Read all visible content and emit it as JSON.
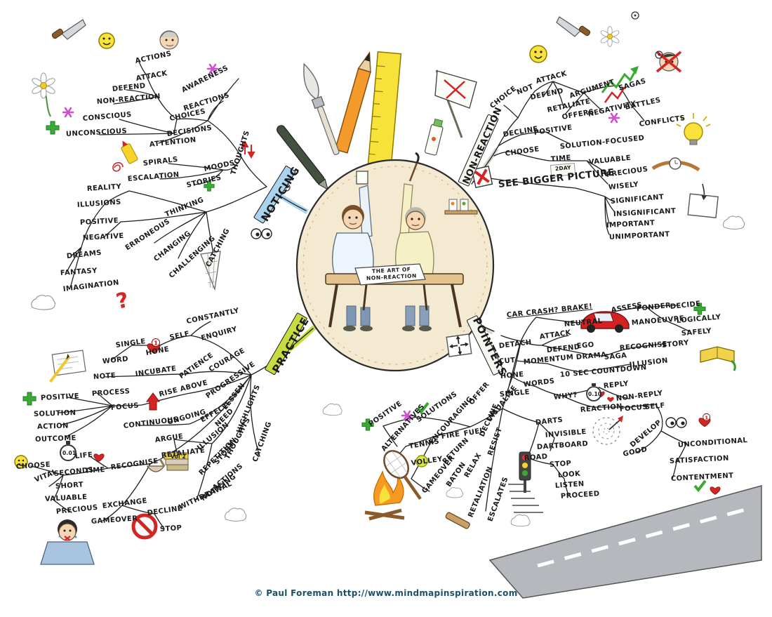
{
  "branch_labels": {
    "noticing": "NOTICING",
    "non_reaction": "NON-REACTION",
    "practice": "PRACTICE",
    "pointers": "POINTERS"
  },
  "noticing": [
    "ACTIONS",
    "ATTACK",
    "DEFEND",
    "NON-REACTION",
    "AWARENESS",
    "REACTIONS",
    "CHOICES",
    "DECISIONS",
    "CONSCIOUS",
    "UNCONSCIOUS",
    "ATTENTION",
    "THOUGHTS",
    "SPIRALS",
    "MOODS",
    "ESCALATION",
    "STORIES",
    "REALITY",
    "ILLUSIONS",
    "THINKING",
    "POSITIVE",
    "NEGATIVE",
    "ERRONEOUS",
    "CHANGING",
    "CHALLENGING",
    "CATCHING",
    "DREAMS",
    "FANTASY",
    "IMAGINATION"
  ],
  "non_reaction": [
    "CHOICE",
    "NOT",
    "ATTACK",
    "DEFEND",
    "RETALIATE",
    "ARGUMENT",
    "OFFERS",
    "NEGATIVITY",
    "SAGAS",
    "BATTLES",
    "CONFLICTS",
    "DECLINE",
    "POSITIVE",
    "SOLUTION-FOCUSED",
    "CHOOSE",
    "TIME",
    "2DAY",
    "VALUABLE",
    "PRECIOUS",
    "WISELY",
    "SEE BIGGER PICTURE",
    "SIGNIFICANT",
    "INSIGNIFICANT",
    "IMPORTANT",
    "UNIMPORTANT"
  ],
  "practice": [
    "CONSTANTLY",
    "SINGLE",
    "WORD",
    "HONE",
    "SELF",
    "ENQUIRY",
    "NOTE",
    "INCUBATE",
    "PATIENCE",
    "COURAGE",
    "PROCESS",
    "FOCUS",
    "RISE ABOVE",
    "PROGRESSIVE",
    "POSITIVE",
    "SOLUTION",
    "ACTION",
    "OUTCOME",
    "CONTINUOUS",
    "ONGOING",
    "EFFECT",
    "LESSEN",
    "NEED",
    "HIGHLIGHTS",
    "ARGUE",
    "RETALIATE",
    "ILLUSION",
    "REPETITION",
    "STORY",
    "THOUGHTS",
    "ACTIONS",
    "NOTICING",
    "WITHDRAWAL",
    "CATCHING",
    "LIFE",
    "TIME",
    "RECOGNISE",
    "CHOOSE",
    "VITAL",
    "SECONDS",
    "SHORT",
    "VALUABLE",
    "PRECIOUS",
    "EXCHANGE",
    "GAMEOVER",
    "DECLINE",
    "STOP",
    "Vol 2",
    "0.01"
  ],
  "pointers": [
    "CAR CRASH? BRAKE!",
    "NEUTRAL",
    "ASSESS",
    "PONDER",
    "DECIDE",
    "MANOEUVRE",
    "LOGICALLY",
    "SAFELY",
    "DETACH",
    "ATTACK",
    "DEFEND",
    "EGO",
    "DRAMA",
    "SAGA",
    "RECOGNISE",
    "STORY",
    "CUT",
    "MOMENTUM",
    "10 SEC COUNTDOWN",
    "ILLUSION",
    "HONE",
    "WORDS",
    "SINGLE",
    "WHY?",
    "REPLY",
    "NON-REPLY",
    "0.10",
    "VISUALISE",
    "REACTION",
    "FOCUS",
    "SELF",
    "DEVELOP",
    "GOOD",
    "POSITIVE",
    "ALTERNATIVES",
    "SOLUTIONS",
    "ENCOURAGING",
    "OFFER",
    "DECLINE",
    "TENNIS",
    "FIRE",
    "FUEL",
    "VOLLEY",
    "RETURN",
    "GAMEOVER",
    "BATON",
    "RELAX",
    "RESIST",
    "DARTS",
    "INVISIBLE",
    "DARTBOARD",
    "ROAD",
    "STOP",
    "LOOK",
    "LISTEN",
    "PROCEED",
    "RETALIATION",
    "ESCALATES",
    "UNCONDITIONAL",
    "SATISFACTION",
    "CONTENTMENT"
  ],
  "center": {
    "paper_line1": "THE ART OF",
    "paper_line2": "NON-REACTION"
  },
  "badges": {
    "one": "1",
    "question": "?"
  },
  "footer": {
    "copyright": "© Paul Foreman http://www.mindmapinspiration.com"
  },
  "colors": {
    "center_bg": "#f4ead2",
    "ink": "#1c1c1c",
    "ribbon_blue": "#a9d3ee",
    "ribbon_green": "#c6dc3f",
    "accent_red": "#d42525",
    "accent_green": "#3aaa35",
    "accent_yellow": "#f8e23a",
    "accent_magenta": "#cf4fcf",
    "footer_text": "#1d4f66"
  }
}
